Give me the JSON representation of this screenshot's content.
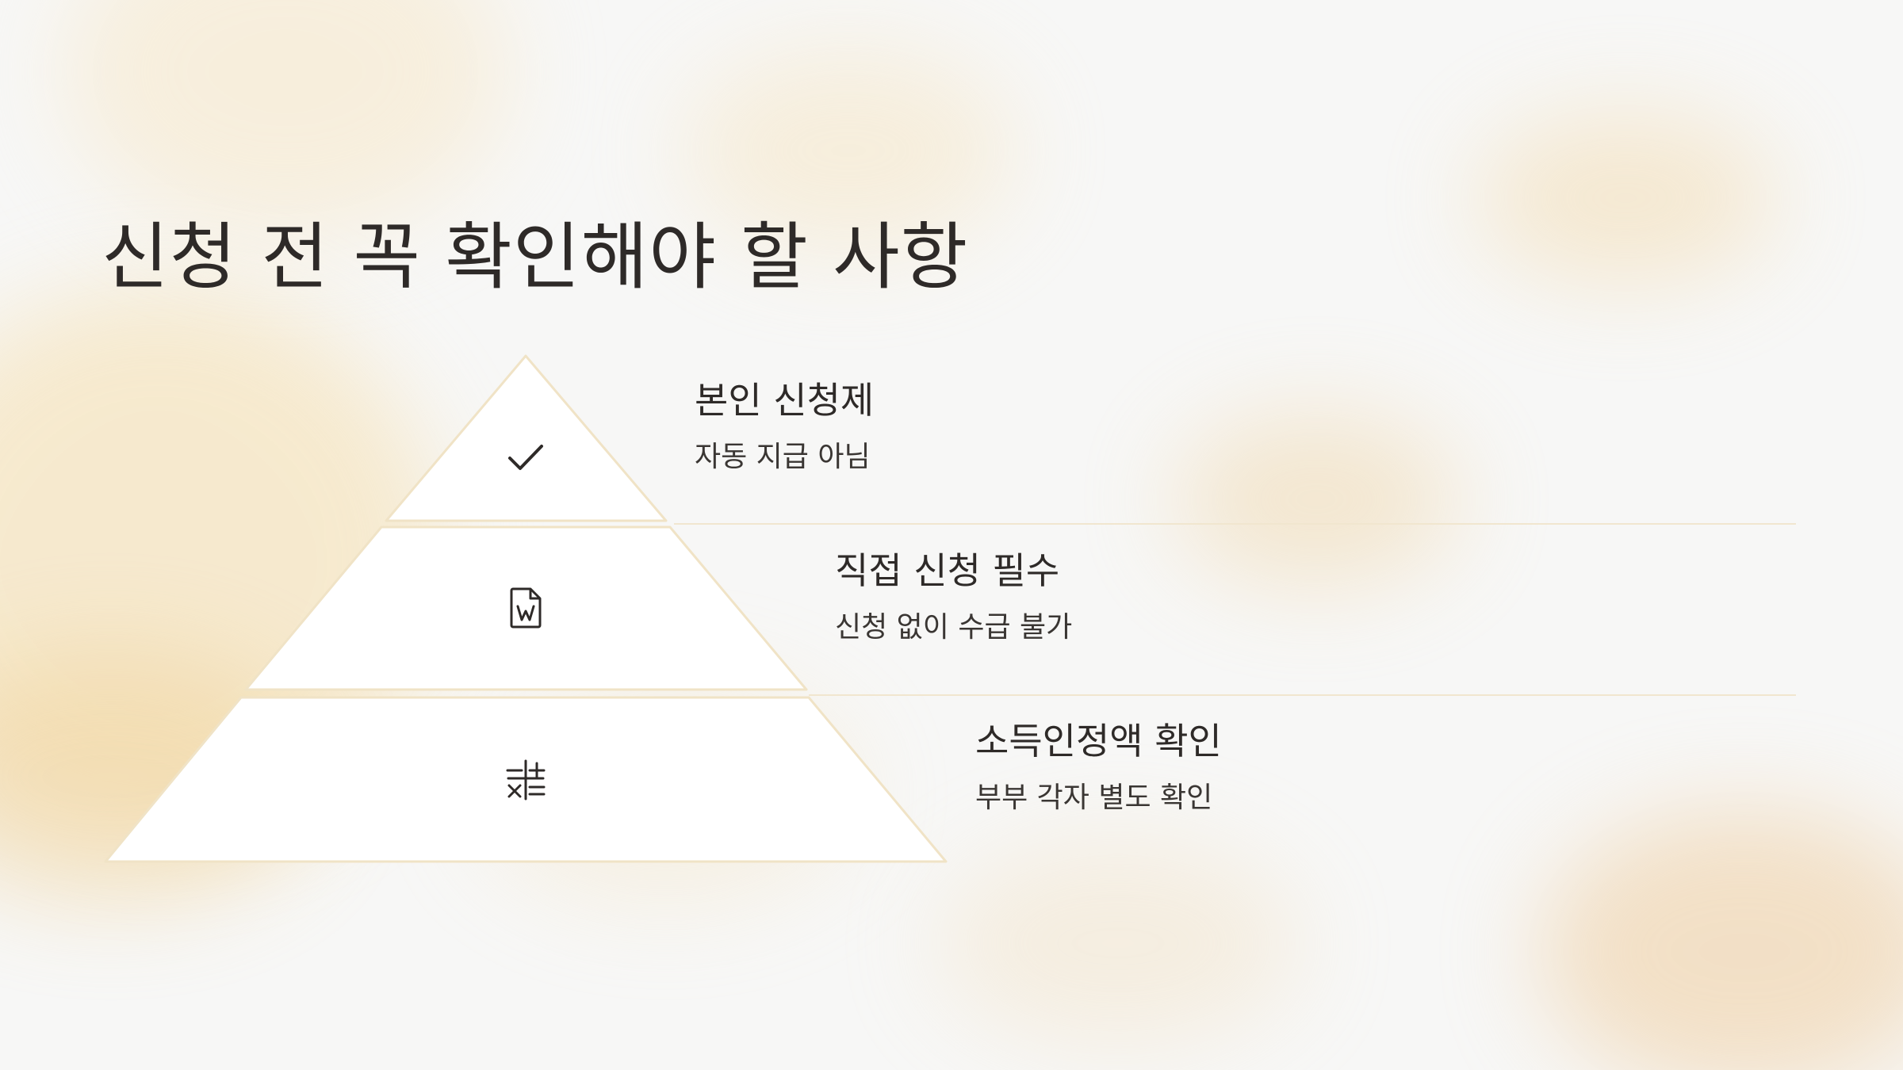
{
  "title": "신청 전 꼭 확인해야 할 사항",
  "colors": {
    "background": "#f7f7f6",
    "tier_fill": "#ffffff",
    "tier_border": "#f0e3c6",
    "divider": "#f1e6cf",
    "accent_blur": "#f3d9a4",
    "text": "#2e2a28"
  },
  "tiers": [
    {
      "icon": "check-icon",
      "title": "본인 신청제",
      "description": "자동 지급 아님"
    },
    {
      "icon": "document-icon",
      "title": "직접 신청 필수",
      "description": "신청 없이 수급 불가"
    },
    {
      "icon": "calculator-icon",
      "title": "소득인정액 확인",
      "description": "부부 각자 별도 확인"
    }
  ]
}
